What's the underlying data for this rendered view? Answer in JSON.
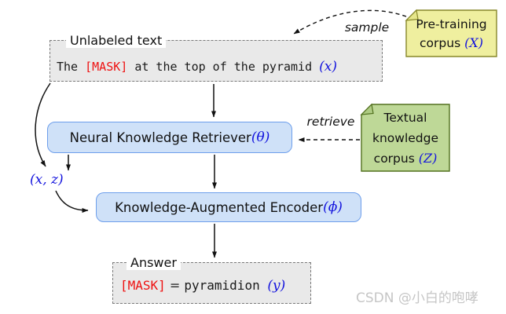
{
  "diagram": {
    "title_hint": "REALM pre-training flow diagram",
    "colors": {
      "math_blue": "#1212dd",
      "mask_red": "#ee1111",
      "blue_box_fill": "#cfe1f8",
      "blue_box_border": "#6d9eeb",
      "gray_box_fill": "#e9e9e9",
      "gray_box_border": "#7a7a7a",
      "yellow_note_fill": "#efef9f",
      "yellow_note_border": "#87872a",
      "green_note_fill": "#bed897",
      "green_note_border": "#52711f",
      "arrow_color": "#111111"
    },
    "unlabeled_box": {
      "label": "Unlabeled text",
      "text_prefix": "The ",
      "mask_token": "[MASK]",
      "text_suffix": " at the top of the pyramid ",
      "variable": "(x)"
    },
    "pretraining_note": {
      "line1": "Pre-training",
      "line2": "corpus ",
      "variable": "(X)"
    },
    "sample_arrow": {
      "label": "sample"
    },
    "retriever_box": {
      "title": "Neural Knowledge Retriever ",
      "variable": "(θ)"
    },
    "knowledge_note": {
      "line1": "Textual",
      "line2": "knowledge",
      "line3": "corpus ",
      "variable": "(Z)"
    },
    "retrieve_arrow": {
      "label": "retrieve"
    },
    "xz_label": "(x, z)",
    "encoder_box": {
      "title": "Knowledge-Augmented Encoder ",
      "variable": "(ϕ)"
    },
    "answer_box": {
      "label": "Answer",
      "mask_token": "[MASK]",
      "equals": " = ",
      "value": "pyramidion ",
      "variable": "(y)"
    },
    "watermark": "CSDN @小白的咆哮"
  }
}
